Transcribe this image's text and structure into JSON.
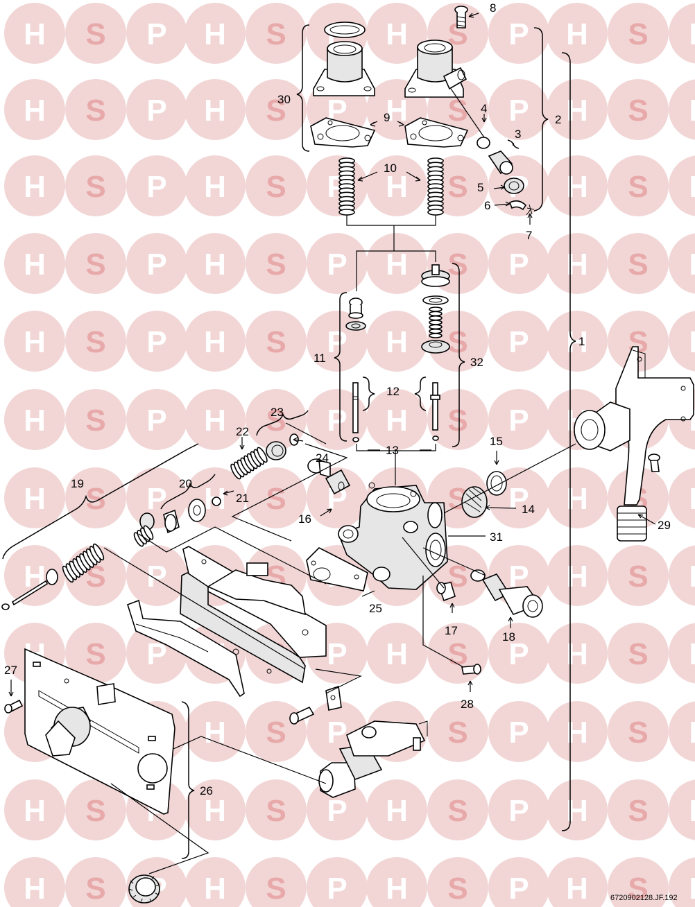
{
  "watermark": {
    "letters": [
      "H",
      "S",
      "P"
    ],
    "circle_color": "#f2d6d6",
    "h_color": "#ffffff",
    "s_color": "#e7a9a9",
    "p_color": "#ffffff"
  },
  "callouts": [
    "1",
    "2",
    "3",
    "4",
    "5",
    "6",
    "7",
    "8",
    "9",
    "10",
    "11",
    "12",
    "13",
    "14",
    "15",
    "16",
    "17",
    "18",
    "19",
    "20",
    "21",
    "22",
    "23",
    "24",
    "25",
    "26",
    "27",
    "28",
    "29",
    "30",
    "31",
    "32"
  ],
  "reference_code": "6720902128.JF.192",
  "parts": {
    "screw_8": "screw-icon",
    "ring_top": "o-ring-icon",
    "fitting_30": "water-outlet-fitting-icon",
    "fitting_2": "water-outlet-fitting-icon",
    "gaskets_9": "gasket-icon",
    "springs_10": "spring-icon",
    "valve_3": "valve-icon",
    "pin_11": "pin-icon",
    "pin_12": "pin-icon",
    "diaphragm_32": "diaphragm-icon",
    "valve_body_31": "water-valve-body-icon",
    "strainer_14": "filter-icon",
    "washer_15": "washer-icon",
    "pipe_29": "inlet-pipe-icon",
    "venturi_16": "venturi-icon",
    "screw_17": "screw-icon",
    "valve_18": "valve-icon",
    "screw_28": "screw-icon",
    "gasket_25": "gasket-icon",
    "spring_22": "spring-icon",
    "seal_23": "seal-icon",
    "spring_19": "spring-icon",
    "seal_20": "seal-icon",
    "frame": "bracket-icon",
    "plate": "plate-icon",
    "screw_27": "screw-icon",
    "knob": "knob-icon",
    "spindle_26": "spindle-icon",
    "nut": "nut-icon"
  }
}
